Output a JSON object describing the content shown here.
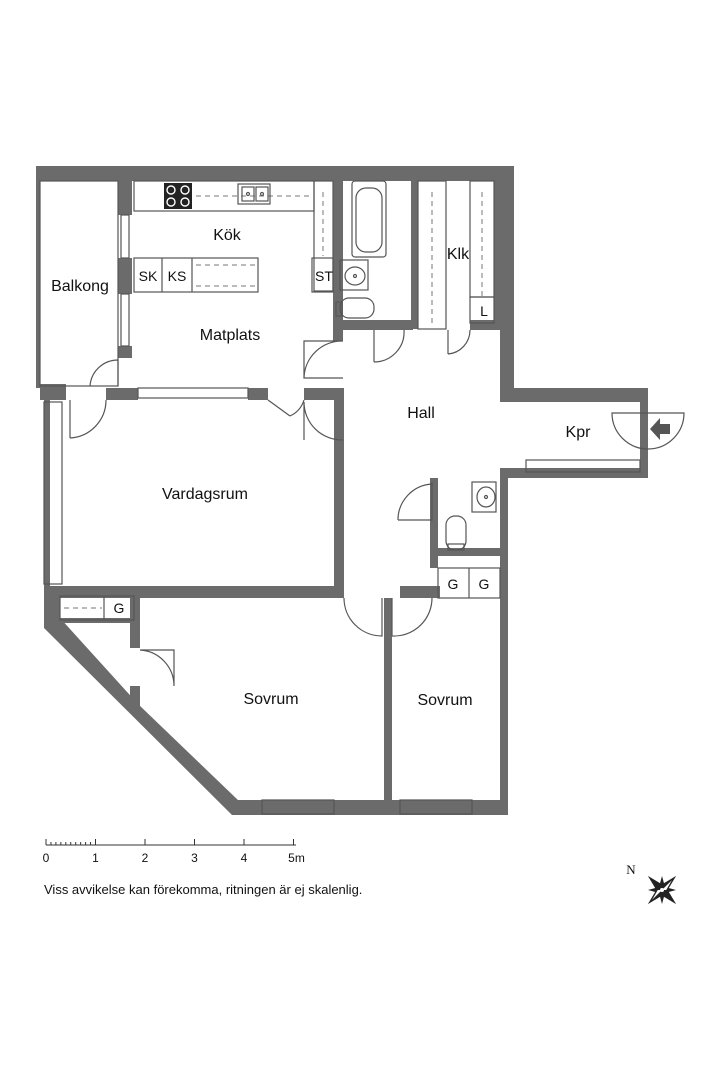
{
  "rooms": {
    "kok": "Kök",
    "balkong": "Balkong",
    "matplats": "Matplats",
    "vardagsrum": "Vardagsrum",
    "hall": "Hall",
    "klk": "Klk",
    "kpr": "Kpr",
    "sovrum_1": "Sovrum",
    "sovrum_2": "Sovrum"
  },
  "fixtures": {
    "sk": "SK",
    "ks": "KS",
    "st": "ST",
    "l": "L",
    "g_1": "G",
    "g_2": "G",
    "g_3": "G"
  },
  "scale": {
    "ticks": [
      "0",
      "1",
      "2",
      "3",
      "4",
      "5m"
    ]
  },
  "compass": {
    "north_label": "N"
  },
  "disclaimer": "Viss avvikelse kan förekomma, ritningen är ej skalenlig.",
  "colors": {
    "wall": "#6b6b6b",
    "line": "#555555",
    "background": "#ffffff"
  }
}
